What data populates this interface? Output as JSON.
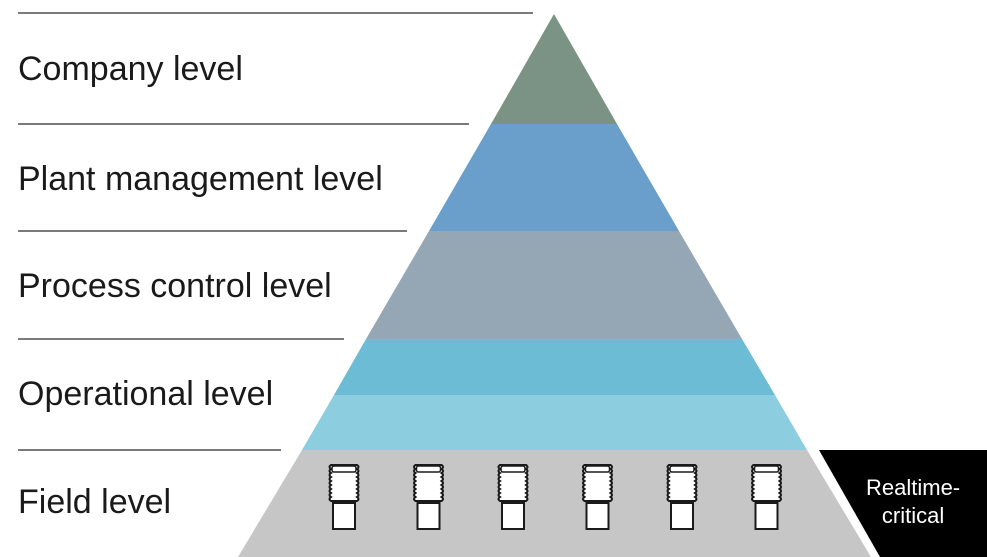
{
  "levels": [
    {
      "id": "company",
      "label": "Company level",
      "color": "#7a9384"
    },
    {
      "id": "plant-management",
      "label": "Plant management level",
      "color": "#6a9ecb"
    },
    {
      "id": "process-control",
      "label": "Process control level",
      "color": "#95a7b5"
    },
    {
      "id": "operational",
      "label": "Operational level",
      "colors": [
        "#6dbcd6",
        "#8dcde0"
      ]
    },
    {
      "id": "field",
      "label": "Field level",
      "color": "#c6c6c6",
      "device_icon": "field-device-icon",
      "device_count": 6
    }
  ],
  "badge": {
    "line1": "Realtime-",
    "line2": "critical",
    "background": "#000000"
  },
  "colors": {
    "separator_line": "#7a7a7a",
    "icon_stroke": "#1a1a1a",
    "icon_fill": "#ffffff"
  }
}
